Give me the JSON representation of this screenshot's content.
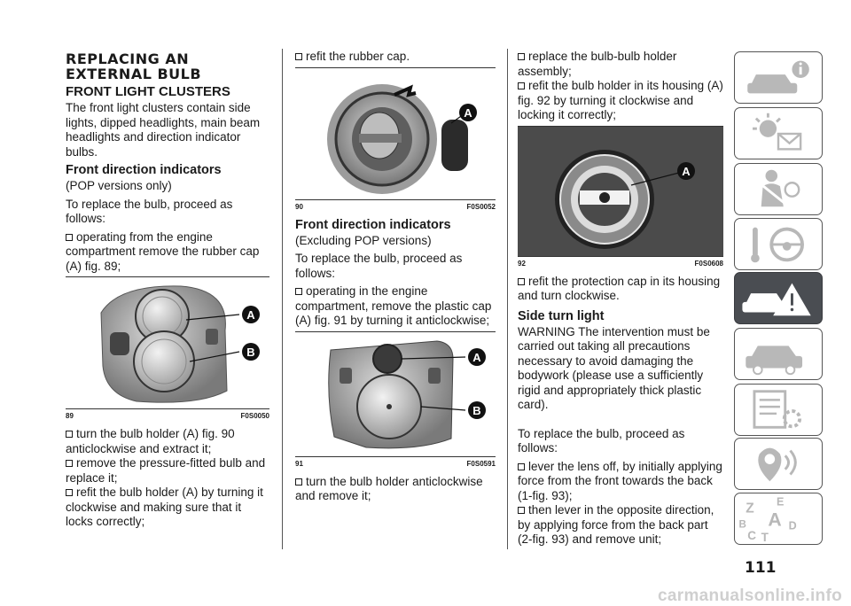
{
  "col1": {
    "title_line1": "REPLACING AN",
    "title_line2": "EXTERNAL BULB",
    "section": "FRONT LIGHT CLUSTERS",
    "intro": "The front light clusters contain side lights, dipped headlights, main beam headlights and direction indicator bulbs.",
    "sub1": "Front direction indicators",
    "pop_only": "(POP versions only)",
    "proceed": "To replace the bulb, proceed as follows:",
    "bullet1": "operating from the engine compartment remove the rubber cap (A) fig. 89;",
    "fig_num": "89",
    "fig_code": "F0S0050",
    "label_a": "A",
    "label_b": "B",
    "bullet2": "turn the bulb holder (A) fig. 90 anticlockwise and extract it;",
    "bullet3": "remove the pressure-fitted bulb and replace it;",
    "bullet4": "refit the bulb holder (A) by turning it clockwise and making sure that it locks correctly;"
  },
  "col2": {
    "bullet1": "refit the rubber cap.",
    "fig1_num": "90",
    "fig1_code": "F0S0052",
    "fig1_label": "A",
    "sub": "Front direction indicators",
    "excl": "(Excluding POP versions)",
    "proceed": "To replace the bulb, proceed as follows:",
    "bullet2": "operating in the engine compartment, remove the plastic cap (A) fig. 91 by turning it anticlockwise;",
    "fig2_num": "91",
    "fig2_code": "F0S0591",
    "label_a": "A",
    "label_b": "B",
    "bullet3": "turn the bulb holder anticlockwise and remove it;"
  },
  "col3": {
    "bullet1": "replace the bulb-bulb holder assembly;",
    "bullet2": "refit the bulb holder in its housing (A) fig. 92 by turning it clockwise and locking it correctly;",
    "fig_num": "92",
    "fig_code": "F0S0608",
    "fig_label": "A",
    "bullet3": "refit the protection cap in its housing and turn clockwise.",
    "sub": "Side turn light",
    "warning": "WARNING The intervention must be carried out taking all precautions necessary to avoid damaging the bodywork (please use a sufficiently rigid and appropriately thick plastic card).",
    "proceed": "To replace the bulb, proceed as follows:",
    "bullet4": "lever the lens off, by initially applying force from the front towards the back (1-fig. 93);",
    "bullet5": "then lever in the opposite direction, by applying force from the back part (2-fig. 93) and remove unit;"
  },
  "sidebar": {
    "tabs": [
      "car-info-icon",
      "warning-lights-icon",
      "safety-icon",
      "starting-driving-icon",
      "emergency-icon",
      "maintenance-icon",
      "technical-data-icon",
      "multimedia-icon",
      "index-icon"
    ],
    "active_index": 4,
    "index_letters": [
      "Z",
      "E",
      "B",
      "A",
      "C",
      "T",
      "D"
    ]
  },
  "footer": {
    "page_number": "111",
    "watermark": "carmanualsonline.info"
  }
}
